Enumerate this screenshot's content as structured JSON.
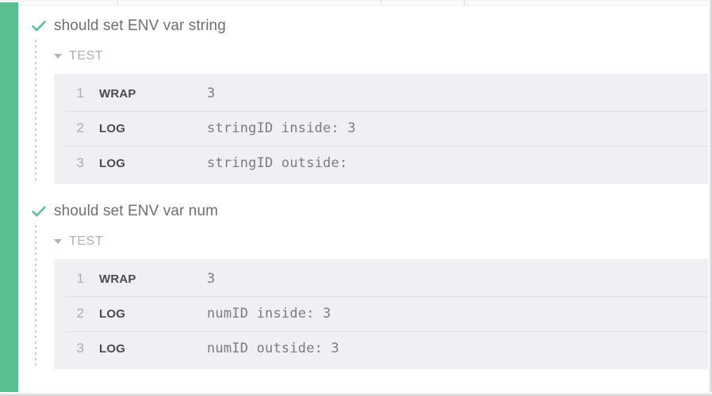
{
  "window": {
    "background_color": "#ffffff",
    "status_rail_color": "#5cbf91",
    "row_background_color": "#eff0f4",
    "row_divider_color": "#e0e1e5"
  },
  "header_strip": {
    "divider_positions": [
      148,
      480,
      585
    ]
  },
  "tests": [
    {
      "status_icon": "check-icon",
      "status": "passed",
      "title": "should set ENV var string",
      "command_group": {
        "toggle_icon": "caret-down-icon",
        "label": "TEST",
        "rows": [
          {
            "num": "1",
            "method": "WRAP",
            "message": "3"
          },
          {
            "num": "2",
            "method": "LOG",
            "message": "stringID inside: 3"
          },
          {
            "num": "3",
            "method": "LOG",
            "message": "stringID outside:"
          }
        ]
      }
    },
    {
      "status_icon": "check-icon",
      "status": "passed",
      "title": "should set ENV var num",
      "command_group": {
        "toggle_icon": "caret-down-icon",
        "label": "TEST",
        "rows": [
          {
            "num": "1",
            "method": "WRAP",
            "message": "3"
          },
          {
            "num": "2",
            "method": "LOG",
            "message": "numID inside: 3"
          },
          {
            "num": "3",
            "method": "LOG",
            "message": "numID outside: 3"
          }
        ]
      }
    }
  ]
}
